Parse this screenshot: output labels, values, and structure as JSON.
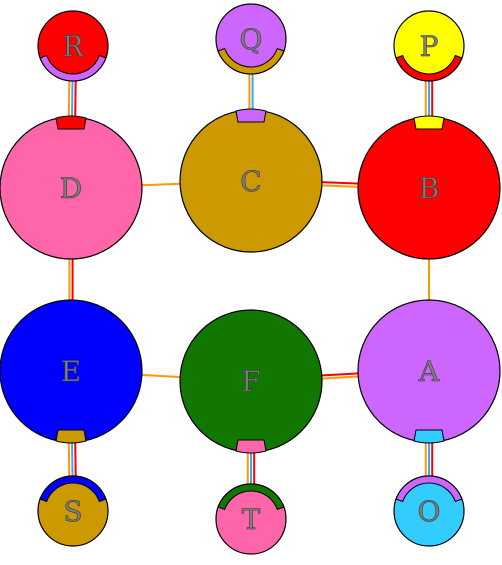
{
  "nodes": [
    {
      "id": "A",
      "label": "A",
      "color": "#cc66ff"
    },
    {
      "id": "B",
      "label": "B",
      "color": "#ff0000"
    },
    {
      "id": "C",
      "label": "C",
      "color": "#cc9900"
    },
    {
      "id": "D",
      "label": "D",
      "color": "#ff66aa"
    },
    {
      "id": "E",
      "label": "E",
      "color": "#0000ff"
    },
    {
      "id": "F",
      "label": "F",
      "color": "#117700"
    },
    {
      "id": "O",
      "label": "O",
      "color": "#33ccff"
    },
    {
      "id": "P",
      "label": "P",
      "color": "#ffff00"
    },
    {
      "id": "Q",
      "label": "Q",
      "color": "#cc66ff"
    },
    {
      "id": "R",
      "label": "R",
      "color": "#ff0000"
    },
    {
      "id": "S",
      "label": "S",
      "color": "#cc9900"
    },
    {
      "id": "T",
      "label": "T",
      "color": "#ff66aa"
    }
  ],
  "edges": [
    {
      "from": "D",
      "to": "C",
      "colors": [
        "#ff9900"
      ]
    },
    {
      "from": "C",
      "to": "B",
      "colors": [
        "#ff0000",
        "#ff9900"
      ]
    },
    {
      "from": "E",
      "to": "F",
      "colors": [
        "#ff9900"
      ]
    },
    {
      "from": "F",
      "to": "A",
      "colors": [
        "#ff0000",
        "#ff9900"
      ]
    },
    {
      "from": "D",
      "to": "E",
      "colors": [
        "#ff0000",
        "#ff9900"
      ]
    },
    {
      "from": "B",
      "to": "A",
      "colors": [
        "#ff9900"
      ]
    },
    {
      "from": "R",
      "to": "D",
      "colors": [
        "#ff0000",
        "#33aaff",
        "#ff9900"
      ]
    },
    {
      "from": "Q",
      "to": "C",
      "colors": [
        "#33aaff",
        "#ff9900"
      ]
    },
    {
      "from": "P",
      "to": "B",
      "colors": [
        "#ff0000",
        "#33aaff",
        "#ff9900"
      ]
    },
    {
      "from": "E",
      "to": "S",
      "colors": [
        "#ff0000",
        "#33aaff",
        "#ff9900"
      ]
    },
    {
      "from": "F",
      "to": "T",
      "colors": [
        "#ff0000",
        "#33aaff",
        "#ff9900"
      ]
    },
    {
      "from": "A",
      "to": "O",
      "colors": [
        "#ff0000",
        "#33aaff",
        "#ff9900"
      ]
    }
  ],
  "badges": [
    {
      "node": "R",
      "side": "bottom",
      "color": "#cc66ff"
    },
    {
      "node": "Q",
      "side": "bottom",
      "color": "#cc9900"
    },
    {
      "node": "P",
      "side": "bottom",
      "color": "#ff0000"
    },
    {
      "node": "S",
      "side": "top",
      "color": "#0000ff"
    },
    {
      "node": "T",
      "side": "top",
      "color": "#117700"
    },
    {
      "node": "O",
      "side": "top",
      "color": "#cc66ff"
    },
    {
      "node": "D",
      "side": "top",
      "color": "#ff0000"
    },
    {
      "node": "C",
      "side": "top",
      "color": "#cc66ff"
    },
    {
      "node": "B",
      "side": "top",
      "color": "#ffff00"
    },
    {
      "node": "E",
      "side": "bottom",
      "color": "#cc9900"
    },
    {
      "node": "F",
      "side": "bottom",
      "color": "#ff66aa"
    },
    {
      "node": "A",
      "side": "bottom",
      "color": "#33ccff"
    }
  ]
}
